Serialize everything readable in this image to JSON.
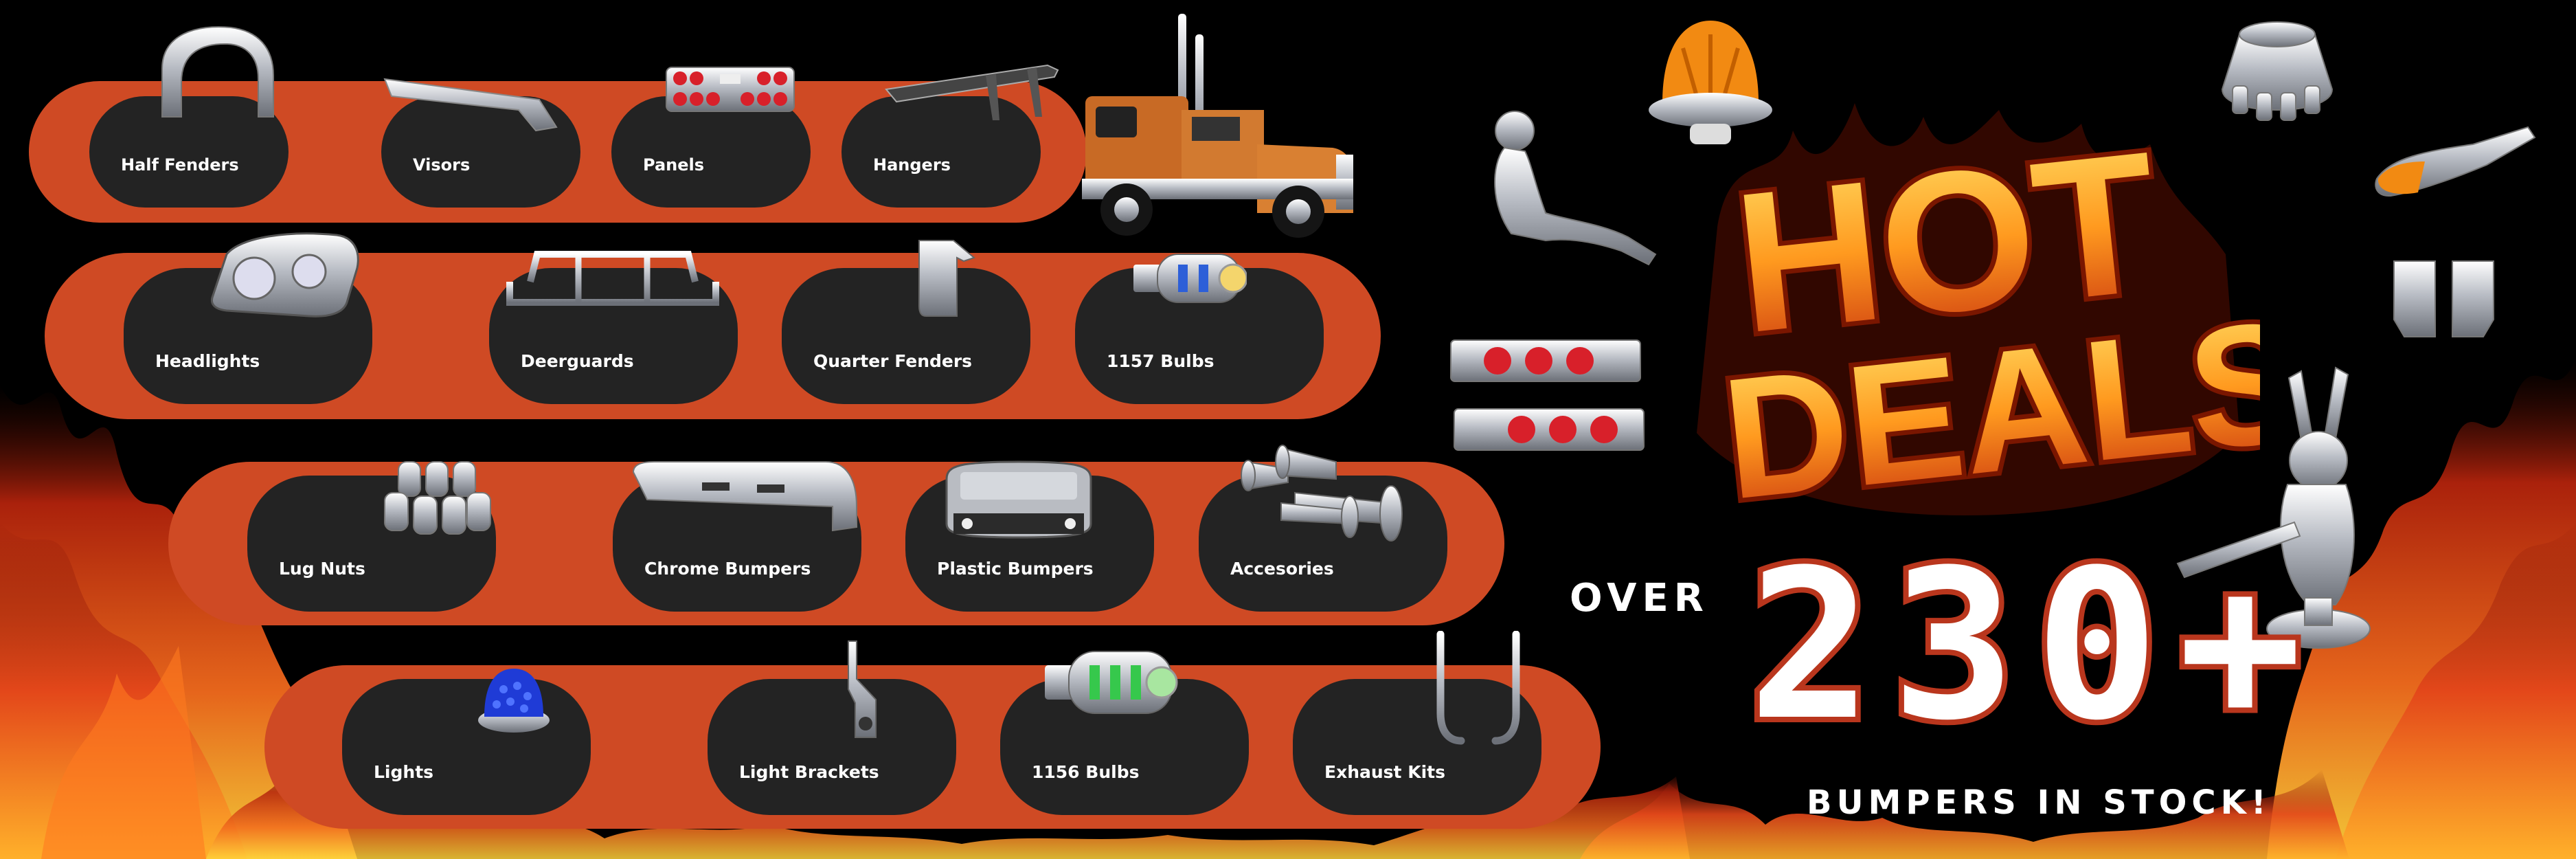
{
  "categories_row1": [
    {
      "label": "Half Fenders",
      "icon": "half-fender-icon"
    },
    {
      "label": "Visors",
      "icon": "visor-icon"
    },
    {
      "label": "Panels",
      "icon": "light-panel-icon"
    },
    {
      "label": "Hangers",
      "icon": "hanger-icon"
    }
  ],
  "categories_row2": [
    {
      "label": "Headlights",
      "icon": "headlight-icon"
    },
    {
      "label": "Deerguards",
      "icon": "deerguard-icon"
    },
    {
      "label": "Quarter Fenders",
      "icon": "quarter-fender-icon"
    },
    {
      "label": "1157 Bulbs",
      "icon": "bulb-icon"
    }
  ],
  "categories_row3": [
    {
      "label": "Lug Nuts",
      "icon": "lug-nut-icon"
    },
    {
      "label": "Chrome Bumpers",
      "icon": "chrome-bumper-icon"
    },
    {
      "label": "Plastic Bumpers",
      "icon": "plastic-bumper-icon"
    },
    {
      "label": "Accesories",
      "icon": "air-horn-icon"
    }
  ],
  "categories_row4": [
    {
      "label": "Lights",
      "icon": "blue-light-icon"
    },
    {
      "label": "Light Brackets",
      "icon": "light-bracket-icon"
    },
    {
      "label": "1156 Bulbs",
      "icon": "bulb-icon"
    },
    {
      "label": "Exhaust Kits",
      "icon": "exhaust-pipe-icon"
    }
  ],
  "promo": {
    "hot": "HOT",
    "deals": "DEALS",
    "over": "OVER",
    "count": "230+",
    "stock": "BUMPERS IN STOCK!"
  },
  "colors": {
    "band": "#cf4a24",
    "pill": "#232323",
    "background": "#000000",
    "count_outline": "#b9361d",
    "flame_orange": "#f26b1d",
    "flame_yellow": "#ffd23a"
  }
}
